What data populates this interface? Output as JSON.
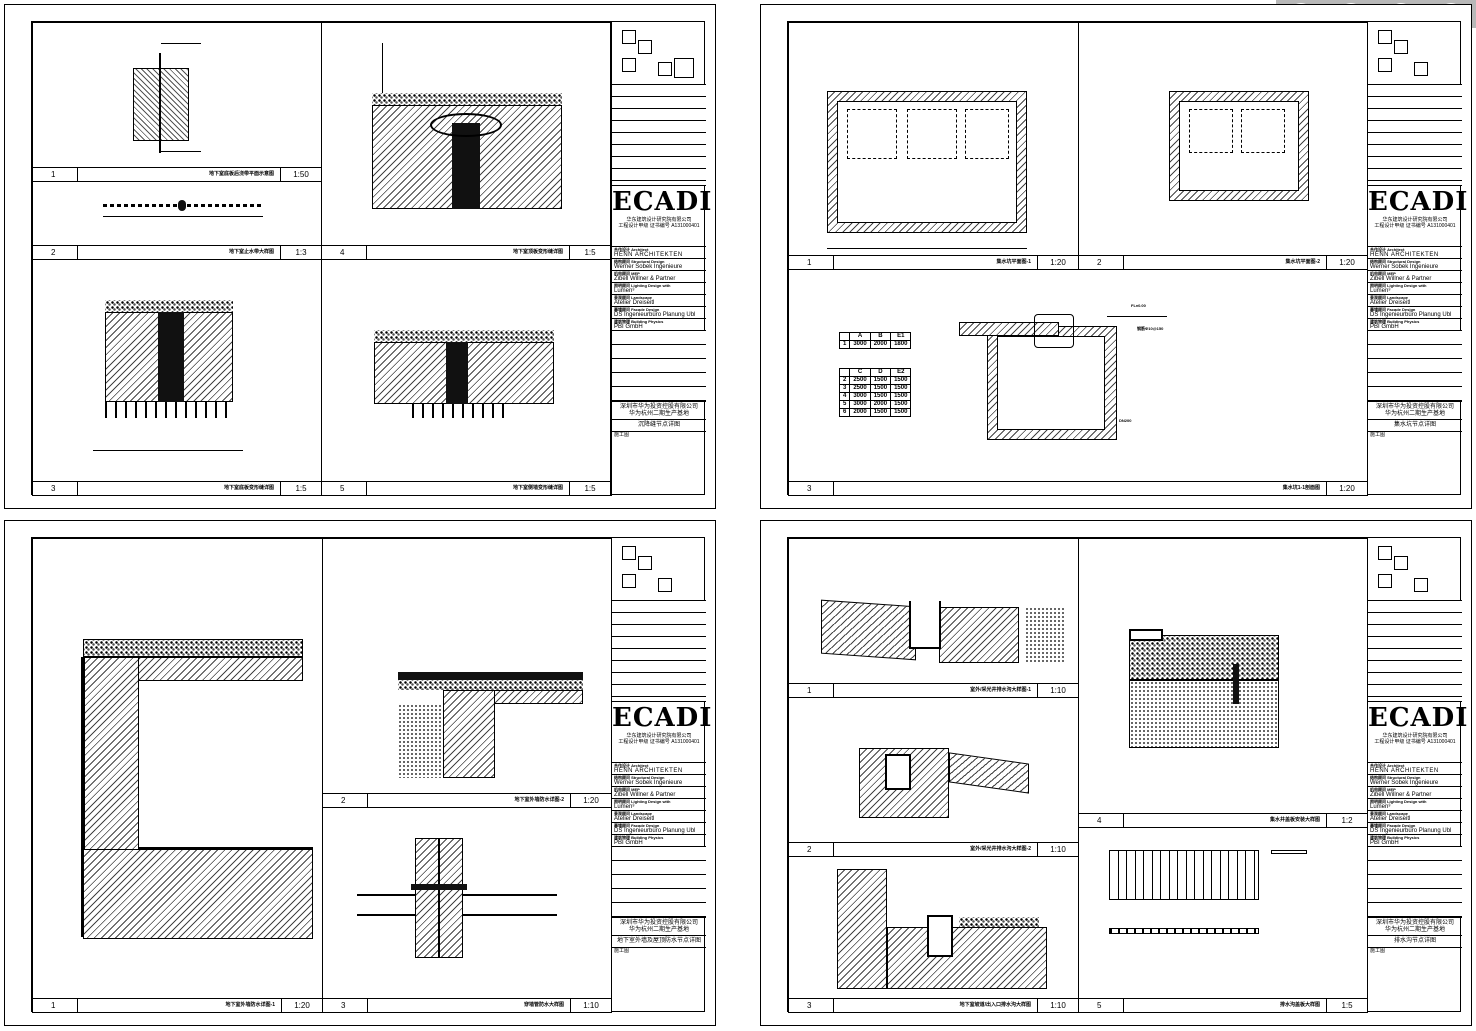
{
  "toolbar": {
    "zoom_in_icon": "zoom-in-icon",
    "zoom_out_icon": "zoom-out-icon",
    "prev_icon": "prev-icon",
    "next_icon": "next-icon"
  },
  "titleblock": {
    "logo": "ECADI",
    "logo_sub": "华东建筑设计研究院有限公司",
    "logo_sub2": "工程设计甲级 证书编号 A131000401",
    "architect_label": "合作设计 Architect",
    "architect": "HENN ARCHITEKTEN",
    "structural_label": "结构顾问 Structural Design",
    "structural": "Werner Sobek Ingenieure",
    "mep_label": "机电顾问 MEP",
    "mep": "Zibell Willner & Partner",
    "lighting_label": "照明顾问 Lighting Design with",
    "lighting": "Lumen³",
    "landscape_label": "景观顾问 Landscape",
    "landscape": "Atelier Dreiseitl",
    "facade_label": "幕墙顾问 Facade Design",
    "facade": "DS Ingenieurbüro Planung Ubl",
    "physics_label": "建筑物理 Building Physics",
    "physics": "PBI GmbH",
    "client": "深圳市华为投资控股有限公司",
    "project": "华为杭州二期生产基地",
    "stage": "施工图"
  },
  "sheets": [
    {
      "drawing_title": "沉降缝节点详图",
      "panels": [
        {
          "num": "1",
          "title": "地下室底板后浇带平面示意图",
          "scale": "1:50"
        },
        {
          "num": "2",
          "title": "地下室止水带大样图",
          "scale": "1:3"
        },
        {
          "num": "3",
          "title": "地下室底板变形缝详图",
          "scale": "1:5"
        },
        {
          "num": "4",
          "title": "地下室顶板变形缝详图",
          "scale": "1:5"
        },
        {
          "num": "5",
          "title": "地下室侧墙变形缝详图",
          "scale": "1:5"
        }
      ]
    },
    {
      "drawing_title": "集水坑节点详图",
      "panels": [
        {
          "num": "1",
          "title": "集水坑平面图-1",
          "scale": "1:20"
        },
        {
          "num": "2",
          "title": "集水坑平面图-2",
          "scale": "1:20"
        },
        {
          "num": "3",
          "title": "集水坑1-1剖面图",
          "scale": "1:20"
        }
      ],
      "schedule_1": {
        "headers": [
          "",
          "A",
          "B",
          "E1"
        ],
        "rows": [
          [
            "1",
            "3000",
            "2000",
            "1800"
          ]
        ]
      },
      "schedule_2": {
        "headers": [
          "",
          "C",
          "D",
          "E2"
        ],
        "rows": [
          [
            "2",
            "2500",
            "1500",
            "1500"
          ],
          [
            "3",
            "2500",
            "1500",
            "1500"
          ],
          [
            "4",
            "3000",
            "1500",
            "1500"
          ],
          [
            "5",
            "3000",
            "2000",
            "1500"
          ],
          [
            "6",
            "2000",
            "1500",
            "1500"
          ]
        ]
      },
      "labels": {
        "elev": "FL±0.00",
        "rebar": "钢筋Φ10@150",
        "pipe": "DN200"
      }
    },
    {
      "drawing_title": "地下室外墙及屋顶防水节点详图",
      "panels": [
        {
          "num": "1",
          "title": "地下室外墙防水详图-1",
          "scale": "1:20"
        },
        {
          "num": "2",
          "title": "地下室外墙防水详图-2",
          "scale": "1:20"
        },
        {
          "num": "3",
          "title": "穿墙管防水大样图",
          "scale": "1:10"
        }
      ]
    },
    {
      "drawing_title": "排水沟节点详图",
      "panels": [
        {
          "num": "1",
          "title": "室外/采光井排水沟大样图-1",
          "scale": "1:10"
        },
        {
          "num": "2",
          "title": "室外/采光井排水沟大样图-2",
          "scale": "1:10"
        },
        {
          "num": "3",
          "title": "地下室坡道/出入口排水沟大样图",
          "scale": "1:10"
        },
        {
          "num": "4",
          "title": "集水井盖板安装大样图",
          "scale": "1:2"
        },
        {
          "num": "5",
          "title": "排水沟盖板大样图",
          "scale": "1:5"
        }
      ]
    }
  ]
}
